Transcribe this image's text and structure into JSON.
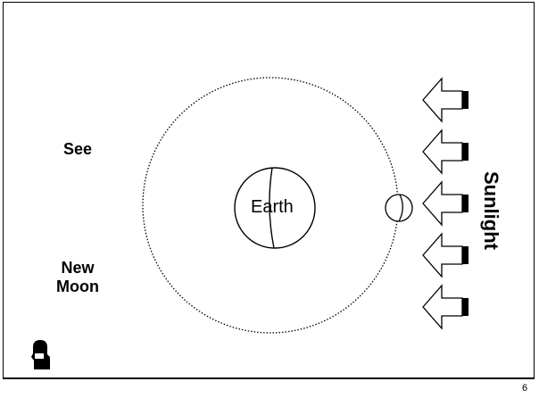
{
  "labels": {
    "see": "See",
    "phase_line1": "New",
    "phase_line2": "Moon",
    "earth": "Earth",
    "sunlight": "Sunlight"
  },
  "footer": {
    "page_number": "6"
  },
  "icons": {
    "corner_icon": "person-silhouette-icon",
    "sun_arrow": "sunlight-arrow-left-icon"
  },
  "colors": {
    "line": "#000000",
    "background": "#ffffff"
  }
}
